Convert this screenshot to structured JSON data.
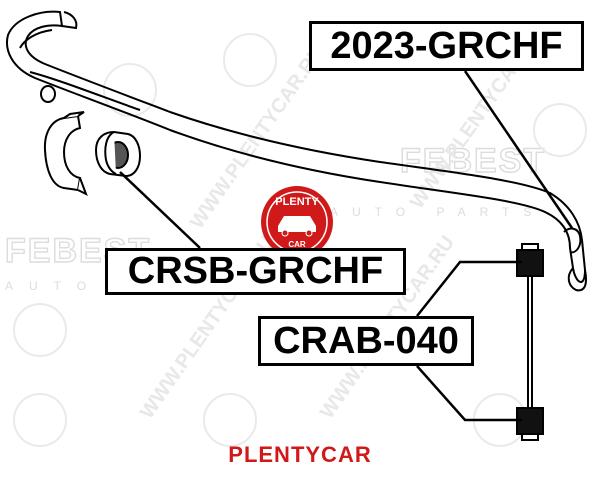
{
  "labels": {
    "stabilizer_bar": "2023-GRCHF",
    "bushing": "CRSB-GRCHF",
    "link": "CRAB-040"
  },
  "footer": {
    "brand": "PLENTYCAR"
  },
  "seal": {
    "top_text": "PLENTY",
    "bottom_text": "CAR"
  },
  "watermarks": {
    "logo_text": "FEBEST",
    "logo_sub": "AUTO PARTS",
    "site_text": "WWW.PLENTYCAR.RU"
  },
  "colors": {
    "brand_red": "#d01a1a",
    "line": "#000000",
    "watermark": "#c8c8c8"
  }
}
